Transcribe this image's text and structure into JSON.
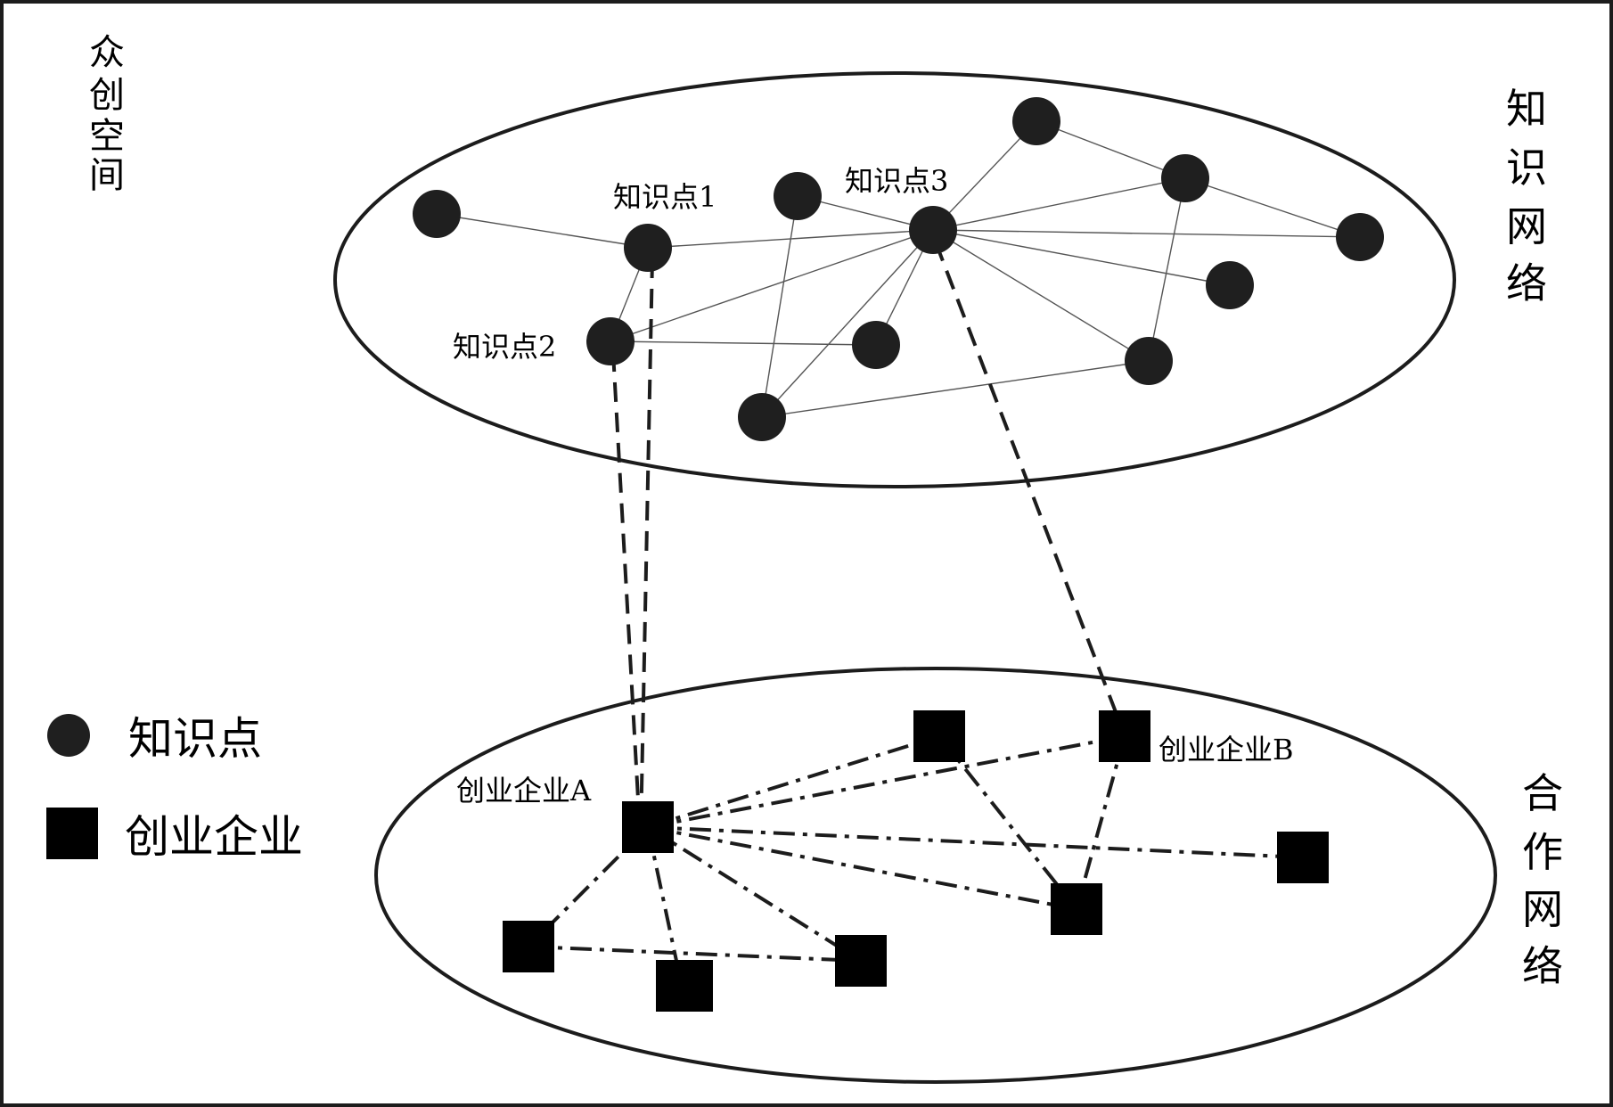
{
  "labels": {
    "space": [
      "众",
      "创",
      "空",
      "间"
    ],
    "knowledge_network": [
      "知",
      "识",
      "网",
      "络"
    ],
    "cooperation_network": [
      "合",
      "作",
      "网",
      "络"
    ],
    "knowledge_point_1": "知识点1",
    "knowledge_point_2": "知识点2",
    "knowledge_point_3": "知识点3",
    "enterprise_a": "创业企业A",
    "enterprise_b": "创业企业B"
  },
  "legend": {
    "knowledge_point": "知识点",
    "enterprise": "创业企业"
  },
  "colors": {
    "node": "#1f1f1f",
    "enterprise": "#000000",
    "stroke": "#1c1c1c"
  }
}
